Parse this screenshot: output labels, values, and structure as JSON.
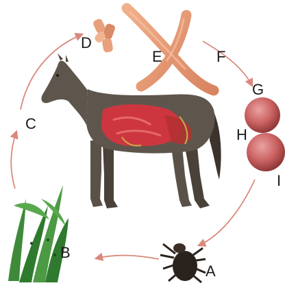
{
  "labels": {
    "a": "A",
    "b": "B",
    "c": "C",
    "d": "D",
    "e": "E",
    "f": "F",
    "g": "G",
    "h": "H",
    "i": "I"
  },
  "colors": {
    "arrow": "#d9897c",
    "horse_body": "#5a5248",
    "organ_red": "#d8333e",
    "grass_green": "#3f8a3a",
    "worm_salmon": "#e89a74",
    "egg_pink": "#c96060",
    "tick_dark": "#2a221c"
  }
}
